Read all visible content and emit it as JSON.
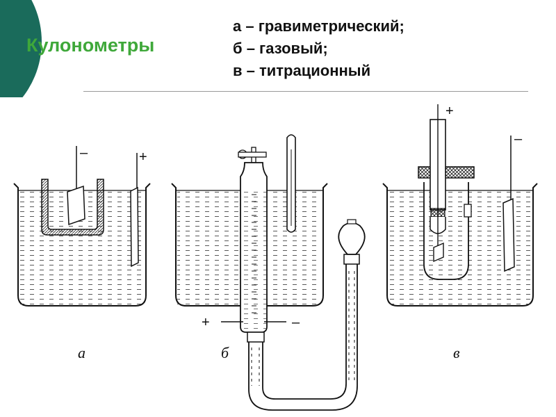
{
  "title": "Кулонометры",
  "legend": [
    "а – гравиметрический;",
    "б – газовый;",
    "в – титрационный"
  ],
  "diagram": {
    "label_a": "а",
    "label_b": "б",
    "label_v": "в",
    "minus": "–",
    "plus": "+"
  },
  "colors": {
    "accent_disc": "#1a6b5b",
    "title_green": "#3fa83a"
  }
}
